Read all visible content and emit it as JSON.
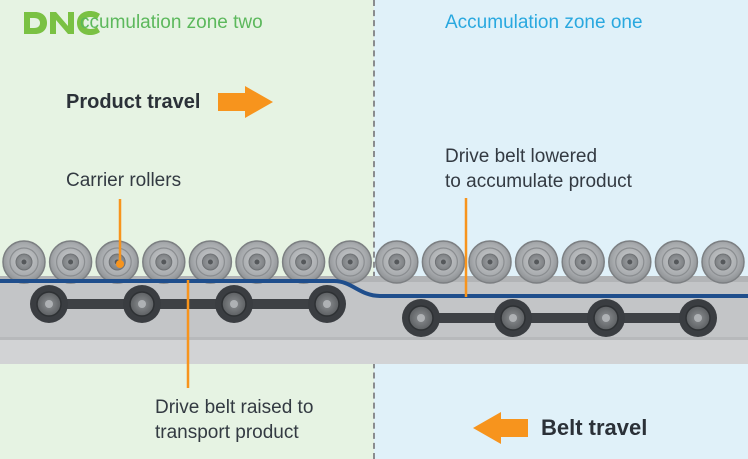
{
  "logo": {
    "name": "dnc-logo",
    "text": "DNC"
  },
  "zones": {
    "left_title": "ccumulation zone two",
    "right_title": "Accumulation zone one"
  },
  "labels": {
    "product_travel": "Product travel",
    "carrier_rollers": "Carrier rollers",
    "drive_belt_lowered_1": "Drive belt lowered",
    "drive_belt_lowered_2": "to accumulate product",
    "drive_belt_raised_1": "Drive belt raised to",
    "drive_belt_raised_2": "transport product",
    "belt_travel": "Belt travel"
  },
  "icons": {
    "product_travel_arrow": "arrow-right-icon",
    "belt_travel_arrow": "arrow-left-icon"
  },
  "colors": {
    "zone_two_bg": "#e6f3e3",
    "zone_one_bg": "#e0f1f9",
    "zone_two_title": "#5cb85c",
    "zone_one_title": "#29a8df",
    "accent_arrow": "#f7941d",
    "belt": "#1f4e8c",
    "text_dark": "#333a42"
  }
}
